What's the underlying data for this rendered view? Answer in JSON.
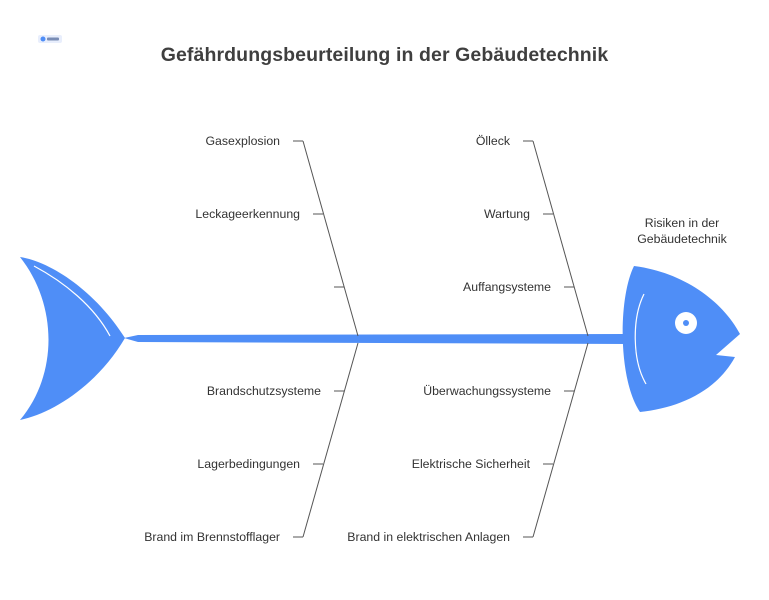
{
  "title": "Gefährdungsbeurteilung in der Gebäudetechnik",
  "effect_line1": "Risiken in der",
  "effect_line2": "Gebäudetechnik",
  "colors": {
    "fish": "#4f8ef7",
    "line": "#555555",
    "text": "#333333"
  },
  "logo_icon": "napkin-logo-icon",
  "causes": {
    "top_left": [
      "Gasexplosion",
      "Leckageerkennung",
      ""
    ],
    "top_right": [
      "Ölleck",
      "Wartung",
      "Auffangsysteme"
    ],
    "bottom_left": [
      "Brandschutzsysteme",
      "Lagerbedingungen",
      "Brand im Brennstofflager"
    ],
    "bottom_right": [
      "Überwachungssysteme",
      "Elektrische Sicherheit",
      "Brand in elektrischen Anlagen"
    ]
  }
}
